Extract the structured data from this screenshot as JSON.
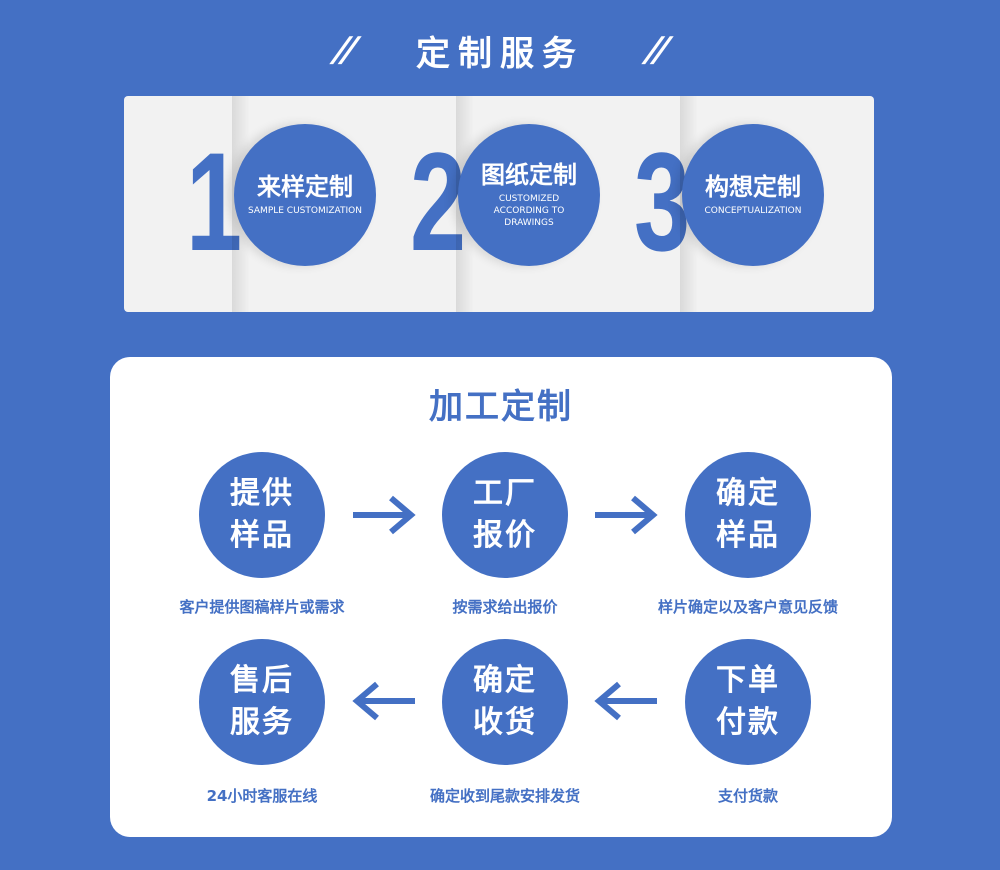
{
  "header": {
    "title": "定制服务",
    "quote_left": "//",
    "quote_right": "//"
  },
  "custom_types": [
    {
      "number": "1",
      "title": "来样定制",
      "subtitle": "SAMPLE CUSTOMIZATION"
    },
    {
      "number": "2",
      "title": "图纸定制",
      "subtitle": "CUSTOMIZED ACCORDING TO DRAWINGS"
    },
    {
      "number": "3",
      "title": "构想定制",
      "subtitle": "CONCEPTUALIZATION"
    }
  ],
  "process": {
    "title": "加工定制",
    "steps": [
      {
        "line1": "提供",
        "line2": "样品",
        "caption": "客户提供图稿样片或需求"
      },
      {
        "line1": "工厂",
        "line2": "报价",
        "caption": "按需求给出报价"
      },
      {
        "line1": "确定",
        "line2": "样品",
        "caption": "样片确定以及客户意见反馈"
      },
      {
        "line1": "售后",
        "line2": "服务",
        "caption": "24小时客服在线"
      },
      {
        "line1": "确定",
        "line2": "收货",
        "caption": "确定收到尾款安排发货"
      },
      {
        "line1": "下单",
        "line2": "付款",
        "caption": "支付货款"
      }
    ]
  },
  "colors": {
    "primary_blue": "#4470c4",
    "panel_gray": "#f2f2f2",
    "panel_white": "#ffffff"
  }
}
